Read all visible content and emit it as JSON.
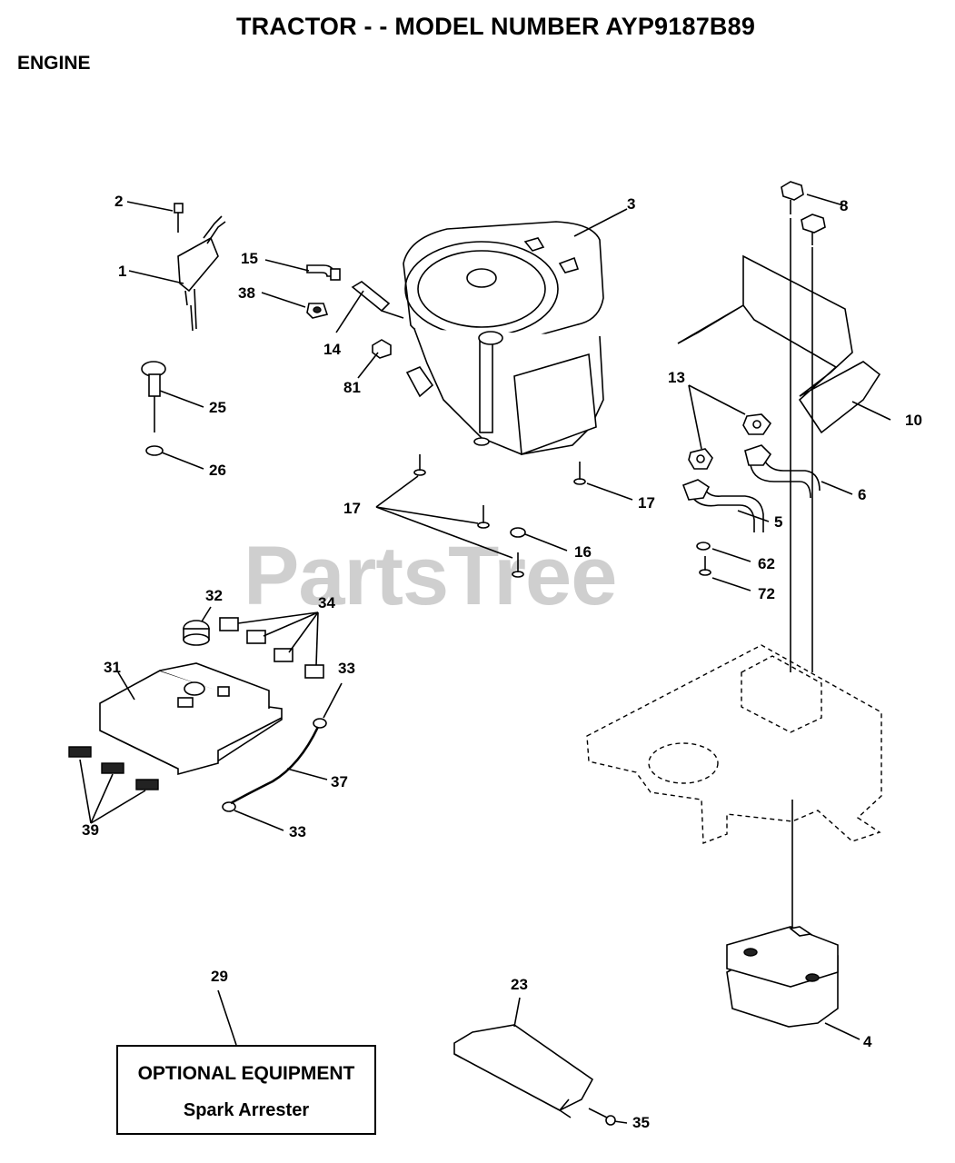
{
  "header": {
    "title": "TRACTOR - - MODEL NUMBER AYP9187B89",
    "section": "ENGINE"
  },
  "watermark": "PartsTree",
  "optional_equipment": {
    "title": "OPTIONAL EQUIPMENT",
    "item": "Spark Arrester"
  },
  "callouts": {
    "c1": "1",
    "c2": "2",
    "c3": "3",
    "c4": "4",
    "c5": "5",
    "c6": "6",
    "c8": "8",
    "c10": "10",
    "c13": "13",
    "c14": "14",
    "c15": "15",
    "c16": "16",
    "c17a": "17",
    "c17b": "17",
    "c23": "23",
    "c25": "25",
    "c26": "26",
    "c29": "29",
    "c31": "31",
    "c32": "32",
    "c33a": "33",
    "c33b": "33",
    "c34": "34",
    "c35": "35",
    "c37": "37",
    "c38": "38",
    "c39": "39",
    "c62": "62",
    "c72": "72",
    "c81": "81"
  },
  "colors": {
    "line": "#000000",
    "watermark": "#bfbfbf",
    "background": "#ffffff"
  }
}
